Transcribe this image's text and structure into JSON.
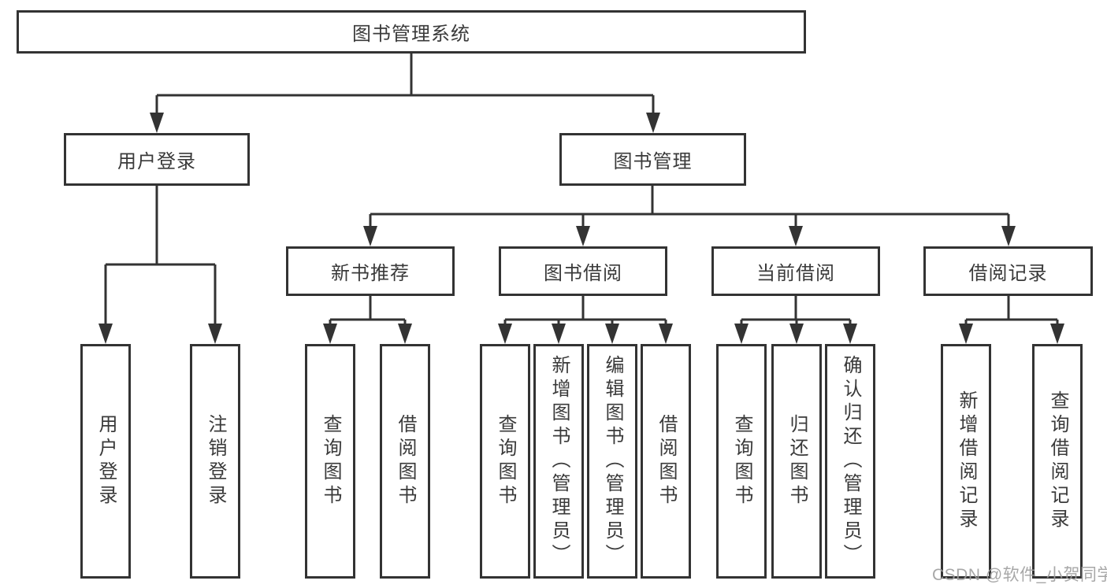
{
  "tree": {
    "root": {
      "label": "图书管理系统"
    },
    "level1": [
      {
        "label": "用户登录"
      },
      {
        "label": "图书管理"
      }
    ],
    "level2": [
      {
        "label": "新书推荐"
      },
      {
        "label": "图书借阅"
      },
      {
        "label": "当前借阅"
      },
      {
        "label": "借阅记录"
      }
    ],
    "leaves": {
      "user_login": [
        {
          "label": "用户登录"
        },
        {
          "label": "注销登录"
        }
      ],
      "new_book_recommend": [
        {
          "label": "查询图书"
        },
        {
          "label": "借阅图书"
        }
      ],
      "book_borrow": [
        {
          "label": "查询图书"
        },
        {
          "label": "新增图书（管理员）"
        },
        {
          "label": "编辑图书（管理员）"
        },
        {
          "label": "借阅图书"
        }
      ],
      "current_borrow": [
        {
          "label": "查询图书"
        },
        {
          "label": "归还图书"
        },
        {
          "label": "确认归还（管理员）"
        }
      ],
      "borrow_records": [
        {
          "label": "新增借阅记录"
        },
        {
          "label": "查询借阅记录"
        }
      ]
    }
  },
  "watermark": {
    "text": "CSDN @软件_小贺同学"
  },
  "colors": {
    "line": "#333333",
    "text": "#3a3a3a",
    "background": "#ffffff",
    "watermark": "#9e9e9e"
  }
}
